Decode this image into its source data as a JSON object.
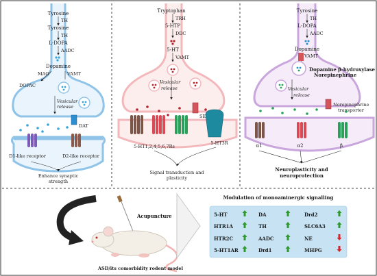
{
  "panel_left": {
    "tyrosine": "Tyrosine",
    "th1": "TH",
    "tyrosine2": "Tyrosine",
    "th2": "TH",
    "ldopa": "L-DOPA",
    "aadc": "AADC",
    "dopamine": "Dopamine",
    "mao": "MAO",
    "vamt": "VAMT",
    "dopac": "DOPAC",
    "vesicular": "Vesicular",
    "release": "release",
    "dat": "DAT",
    "d1": "D1-like receptor",
    "d2": "D2-like receptor",
    "enhance1": "Enhance synaptic",
    "enhance2": "strength"
  },
  "panel_mid": {
    "tryptophan": "Tryptophan",
    "trh": "TRH",
    "htp": "5-HTP",
    "ddc": "DDC",
    "ht": "5-HT",
    "vamt": "VAMT",
    "vesicular": "Vesicular",
    "release": "release",
    "sert": "SERT",
    "ht_rs": "5-HT1,2,4,5,6,7Rs",
    "ht3r": "5-HT3R",
    "signal1": "Signal transduction and",
    "signal2": "plasticity"
  },
  "panel_right": {
    "tyrosine": "Tyrosine",
    "th": "TH",
    "ldopa": "L-DOPA",
    "aadc": "AADC",
    "dopamine": "Dopamine",
    "vamt": "VAMT",
    "dbh": "Dopamine β-hydroxylase",
    "ne": "Norepinephrine",
    "vesicular": "Vesicular",
    "release": "release",
    "net1": "Norepinephrine",
    "net2": "transporter",
    "a1": "α1",
    "a2": "α2",
    "b": "β",
    "neuro1": "Neuroplasticity and",
    "neuro2": "neuroprotection"
  },
  "bottom": {
    "acupuncture": "Acupuncture",
    "model": "ASD/its comorbidity rodent model",
    "modulation_title": "Modulation of monoaminergic signalling",
    "table": [
      [
        "5-HT",
        "up",
        "DA",
        "up",
        "Drd2",
        "up"
      ],
      [
        "HTR1A",
        "up",
        "TH",
        "up",
        "SLC6A3",
        "up"
      ],
      [
        "HTR2C",
        "up",
        "AADC",
        "up",
        "NE",
        "down"
      ],
      [
        "5-HT1AR",
        "up",
        "Drd1",
        "up",
        "MHPG",
        "down"
      ]
    ]
  },
  "colors": {
    "up": "#2e9a2a",
    "down": "#d8232a",
    "membrane_blue": "#8fc3e8",
    "membrane_pink": "#f2b8bc",
    "membrane_purple": "#c9a6dc",
    "table_bg": "#c7e3f3"
  }
}
